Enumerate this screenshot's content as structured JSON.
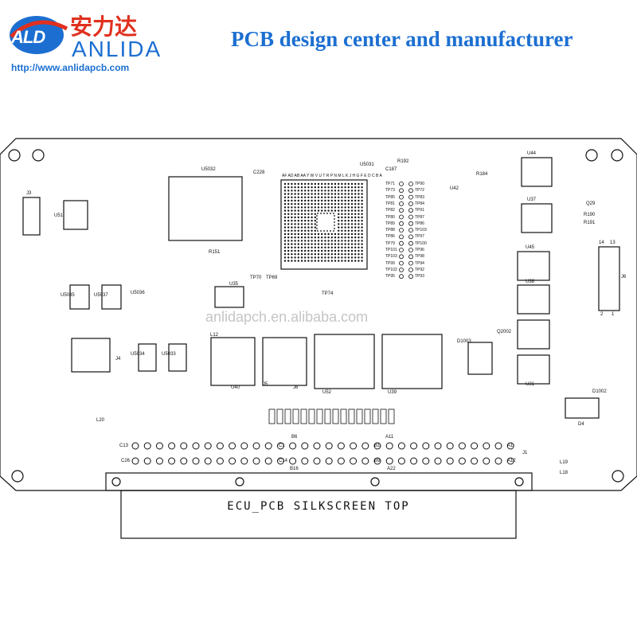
{
  "logo": {
    "short": "ALD",
    "chinese": "安力达",
    "brand": "ANLIDA",
    "url": "http://www.anlidapcb.com"
  },
  "tagline": "PCB design center and manufacturer",
  "board": {
    "silkscreen_title": "ECU_PCB SILKSCREEN TOP",
    "watermark": "anlidapch.en.alibaba.com",
    "colors": {
      "outline": "#111111",
      "background": "#ffffff",
      "brand_blue": "#1c6fd1",
      "brand_red": "#e0301e"
    },
    "labels": {
      "u5032": "U5032",
      "u5031": "U5031",
      "u44": "U44",
      "u37": "U37",
      "u45": "U45",
      "u38": "U38",
      "u31": "U31",
      "u52": "U52",
      "u39": "U39",
      "u35": "U35",
      "u40": "U40",
      "u51": "U51",
      "u5033": "U5033",
      "u5034": "U5034",
      "u5035": "U5035",
      "u5036": "U5036",
      "u5037": "U5037",
      "u42": "U42",
      "j1": "J1",
      "j3": "J3",
      "j4": "J4",
      "j6": "J6",
      "d4": "D4",
      "d1002": "D1002",
      "d1003": "D1003",
      "q2002": "Q2002",
      "q29": "Q29",
      "c13": "C13",
      "c26": "C26",
      "c1": "C1",
      "c14": "C14",
      "a1": "A1",
      "a12": "A12",
      "a22": "A22",
      "b16": "B16",
      "b1": "B1",
      "b9": "B9",
      "b6": "B6",
      "a11": "A11",
      "l20": "L20",
      "l19": "L19",
      "l18": "L18",
      "l12": "L12",
      "j5": "J5",
      "j8": "J8",
      "tp70": "TP70",
      "tp69": "TP69",
      "tp74": "TP74",
      "r151": "R151",
      "c228": "C228",
      "c187": "C187",
      "r192": "R192",
      "r184": "R184",
      "r190": "R190",
      "r191": "R191",
      "j6_14": "14",
      "j6_13": "13",
      "j6_2": "2",
      "j6_1": "1",
      "bga_rows": "AF AD AB AA Y W V U T R P N M L K J H G F E D C B A",
      "tp_col": [
        "TP71",
        "TP73",
        "TP85",
        "TP81",
        "TP82",
        "TP80",
        "TP89",
        "TP88",
        "TP86",
        "TP79",
        "TP101",
        "TP103",
        "TP99",
        "TP102",
        "TP95"
      ],
      "tp_col2": [
        "TP90",
        "TP72",
        "TP83",
        "TP84",
        "TP91",
        "TP87",
        "TP86",
        "TP103",
        "TP97",
        "TP100",
        "TP96",
        "TP98",
        "TP94",
        "TP92",
        "TP93"
      ]
    }
  }
}
